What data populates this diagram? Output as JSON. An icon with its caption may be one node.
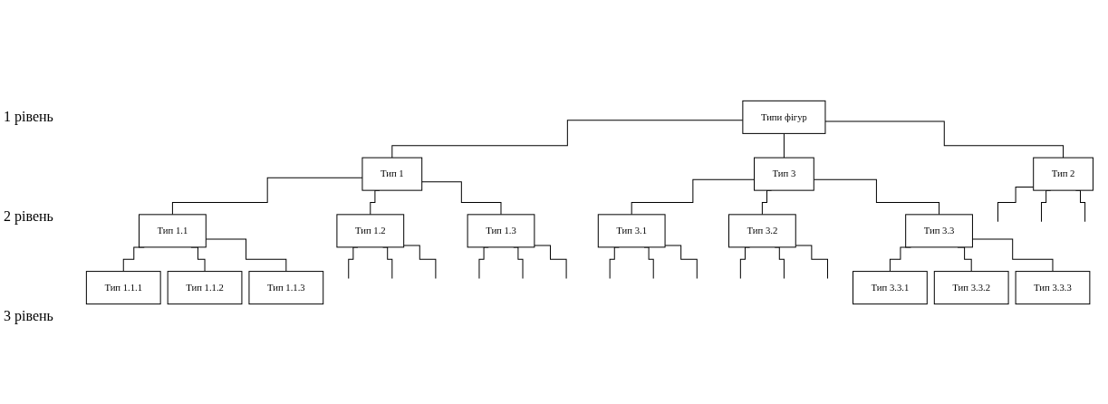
{
  "diagram": {
    "nodes": [
      {
        "text": [
          "Типи фігур"
        ]
      },
      {
        "text": [
          "Тип 1"
        ]
      },
      {
        "text": [
          "Тип 2"
        ]
      },
      {
        "text": [
          "Тип 3"
        ]
      },
      {
        "text": [
          "Тип 1.1"
        ]
      },
      {
        "text": [
          "Тип 1.2"
        ]
      },
      {
        "text": [
          "Тип 1.3"
        ]
      },
      {
        "text": [
          "Тип 3.1"
        ]
      },
      {
        "text": [
          "Тип 3.2"
        ]
      },
      {
        "text": [
          "Тип 3.3"
        ]
      },
      {
        "text": [
          "Тип 1.1.1"
        ]
      },
      {
        "text": [
          "Тип 1.1.2"
        ]
      },
      {
        "text": [
          "Тип 1.1.3"
        ]
      },
      {
        "text": [
          "Тип 3.3.1"
        ]
      },
      {
        "text": [
          "Тип 3.3.2"
        ]
      },
      {
        "text": [
          "Тип 3.3.3"
        ]
      }
    ],
    "edges": [
      {
        "from": 0,
        "to": 1,
        "arrow": "none"
      },
      {
        "from": 0,
        "to": 2,
        "arrow": "none"
      },
      {
        "from": 0,
        "to": 3,
        "arrow": "none"
      },
      {
        "from": 1,
        "to": 4,
        "arrow": "none"
      },
      {
        "from": 1,
        "to": 5,
        "arrow": "none"
      },
      {
        "from": 1,
        "to": 6,
        "arrow": "none"
      },
      {
        "from": 2,
        "to": null,
        "arrow": "none"
      },
      {
        "from": 2,
        "to": null,
        "arrow": "none"
      },
      {
        "from": 2,
        "to": null,
        "arrow": "none"
      },
      {
        "from": 3,
        "to": 7,
        "arrow": "none"
      },
      {
        "from": 3,
        "to": 8,
        "arrow": "none"
      },
      {
        "from": 3,
        "to": 9,
        "arrow": "none"
      },
      {
        "from": 5,
        "to": null,
        "arrow": "none"
      },
      {
        "from": 5,
        "to": null,
        "arrow": "none"
      },
      {
        "from": 5,
        "to": null,
        "arrow": "none"
      },
      {
        "from": 6,
        "to": null,
        "arrow": "none"
      },
      {
        "from": 6,
        "to": null,
        "arrow": "none"
      },
      {
        "from": 6,
        "to": null,
        "arrow": "none"
      },
      {
        "from": 7,
        "to": null,
        "arrow": "none"
      },
      {
        "from": 7,
        "to": null,
        "arrow": "none"
      },
      {
        "from": 7,
        "to": null,
        "arrow": "none"
      },
      {
        "from": 8,
        "to": null,
        "arrow": "none"
      },
      {
        "from": 8,
        "to": null,
        "arrow": "none"
      },
      {
        "from": 8,
        "to": null,
        "arrow": "none"
      },
      {
        "from": 4,
        "to": 10,
        "arrow": "none"
      },
      {
        "from": 4,
        "to": 11,
        "arrow": "none"
      },
      {
        "from": 4,
        "to": 12,
        "arrow": "none"
      },
      {
        "from": 9,
        "to": 13,
        "arrow": "none"
      },
      {
        "from": 9,
        "to": 14,
        "arrow": "none"
      },
      {
        "from": 9,
        "to": 15,
        "arrow": "none"
      }
    ],
    "labels": [
      "1 рівень",
      "2 рівень",
      "3 рівень"
    ]
  }
}
